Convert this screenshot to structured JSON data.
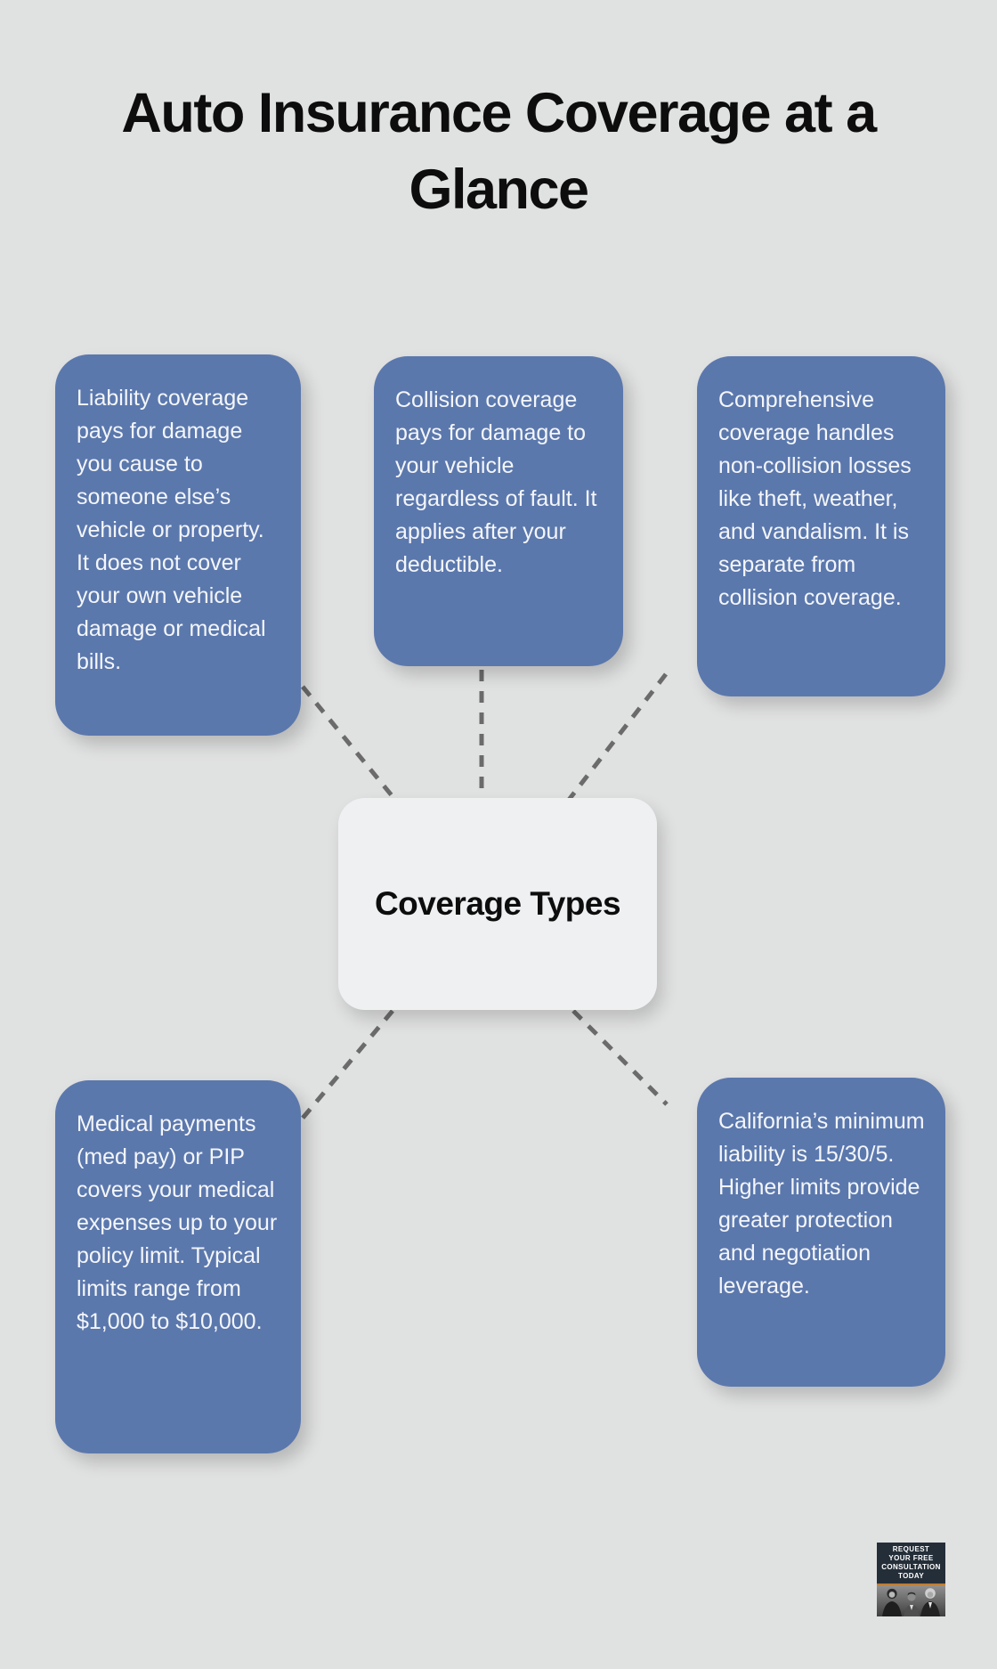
{
  "title": {
    "line1": "Auto Insurance Coverage at a",
    "line2": "Glance"
  },
  "center_node": {
    "label": "Coverage Types"
  },
  "boxes": {
    "liability": {
      "text": "Liability coverage pays for damage you cause to someone else’s vehicle or property. It does not cover your own vehicle damage or medical bills."
    },
    "collision": {
      "text": "Collision coverage pays for damage to your vehicle regardless of fault. It applies after your deductible."
    },
    "comprehensive": {
      "text": "Comprehensive coverage handles non-collision losses like theft, weather, and vandalism. It is separate from collision coverage."
    },
    "medical": {
      "text": "Medical payments (med pay) or PIP covers your medical expenses up to your policy limit. Typical limits range from $1,000 to $10,000."
    },
    "california": {
      "text": "California’s minimum liability is 15/30/5. Higher limits provide greater protection and negotiation leverage."
    }
  },
  "badge": {
    "line1": "REQUEST",
    "line2": "YOUR FREE",
    "line3": "CONSULTATION",
    "line4": "TODAY"
  },
  "colors": {
    "background": "#e0e1e1",
    "card_blue": "#5b78ad",
    "card_text": "#f4f6f9",
    "center_bg": "#eef0f2",
    "connector_gray": "#6b6b6b",
    "title_black": "#0d0d0d",
    "badge_navy": "#242e39",
    "badge_orange": "#bf7d33"
  }
}
